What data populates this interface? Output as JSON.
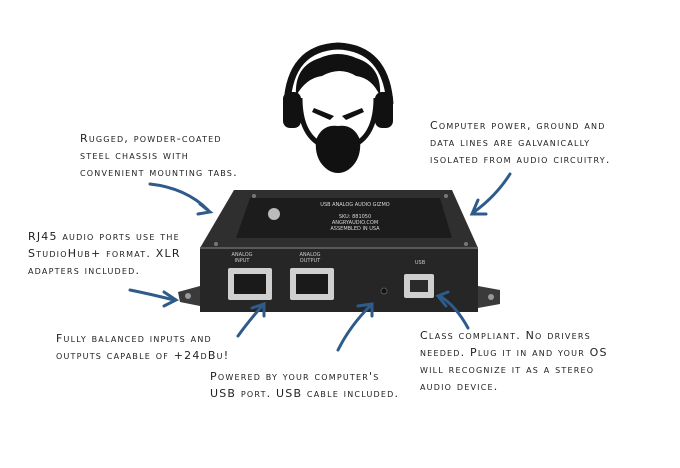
{
  "notes": {
    "chassis": [
      "Rugged, powder-coated",
      "steel chassis with",
      "convenient mounting tabs."
    ],
    "isolation": [
      "Computer power, ground and",
      "data lines are galvanically",
      "isolated from audio circuitry."
    ],
    "ports": [
      "RJ45 audio ports use the",
      "StudioHub+ format. XLR",
      "adapters included."
    ],
    "balanced": [
      "Fully balanced inputs and",
      "outputs capable of +24dBu!"
    ],
    "power": [
      "Powered by your computer's",
      "USB port. USB cable included."
    ],
    "class_compliant": [
      "Class compliant. No drivers",
      "needed. Plug it in and your OS",
      "will recognize it as a stereo",
      "audio device."
    ]
  },
  "device": {
    "plate_title": "USB ANALOG AUDIO GIZMO",
    "plate_sku": "SKU: 881050",
    "plate_site": "ANGRYAUDIO.COM",
    "plate_origin": "ASSEMBLED IN USA",
    "label_input": "ANALOG\nINPUT",
    "label_output": "ANALOG\nOUTPUT",
    "label_usb": "USB"
  },
  "colors": {
    "arrow": "#2e5b8a",
    "chassis": "#2b2b2b"
  }
}
